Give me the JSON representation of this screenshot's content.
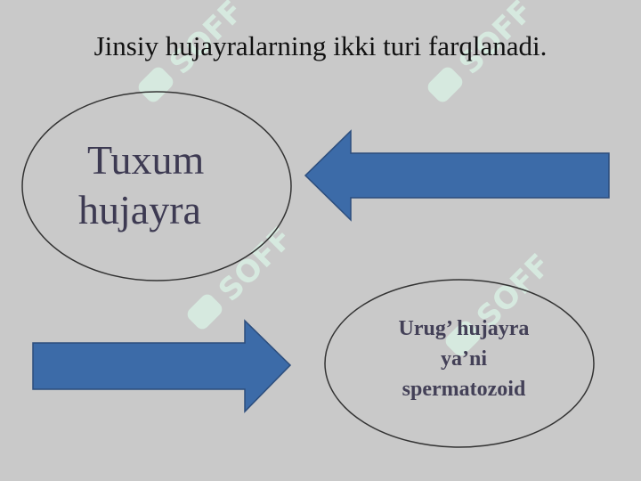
{
  "title": "Jinsiy hujayralarning ikki turi farqlanadi.",
  "egg_cell": {
    "line1": "Tuxum",
    "line2": "hujayra"
  },
  "sperm_cell": {
    "line1": "Urug’ hujayra",
    "line2": "ya’ni",
    "line3": "spermatozoid"
  },
  "watermark": {
    "text": "SOFF"
  },
  "colors": {
    "background": "#c9c9c9",
    "arrow_fill": "#3c6ba8",
    "arrow_stroke": "#2c4d7c",
    "oval_stroke": "#333333",
    "label_text": "#3d3a52",
    "watermark": "#d9f2e7"
  }
}
